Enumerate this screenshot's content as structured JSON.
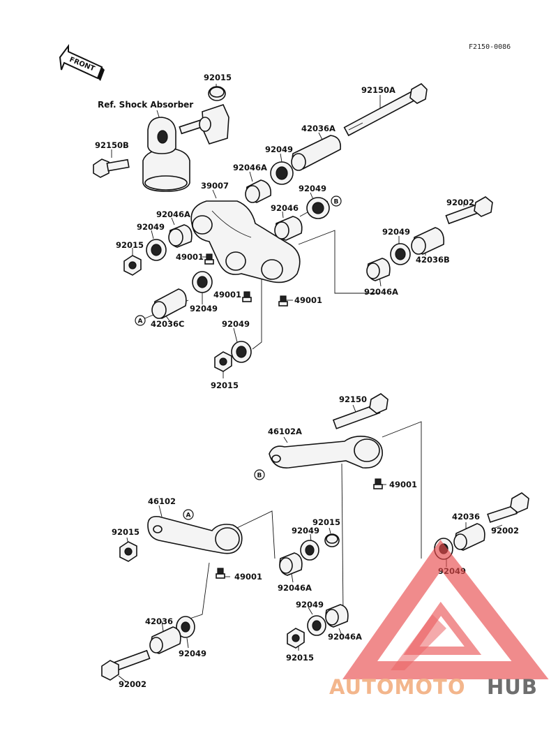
{
  "diagram_code": "F2150-0086",
  "front_arrow": "FRONT",
  "ref_label": "Ref. Shock Absorber",
  "circle_refs": {
    "a": "A",
    "b": "B"
  },
  "labels": {
    "p92015_top": "92015",
    "p92150B": "92150B",
    "p92150A": "92150A",
    "p42036A": "42036A",
    "p92049_a": "92049",
    "p92046A_a": "92046A",
    "p39007": "39007",
    "p92049_b": "92049",
    "p92046": "92046",
    "p92002_a": "92002",
    "p92046A_b": "92046A",
    "p92049_c": "92049",
    "p92015_b": "92015",
    "p49001_a": "49001",
    "p92049_d": "92049",
    "p42036B": "42036B",
    "p92046A_c": "92046A",
    "p49001_b": "49001",
    "p49001_c": "49001",
    "p92049_e": "92049",
    "p42036C": "42036C",
    "p92049_f": "92049",
    "p92015_c": "92015",
    "p92150": "92150",
    "p46102A": "46102A",
    "p49001_d": "49001",
    "p46102": "46102",
    "p92015_d": "92015",
    "p92015_e": "92015",
    "p92049_g": "92049",
    "p42036": "42036",
    "p92002_b": "92002",
    "p49001_e": "49001",
    "p92046A_d": "92046A",
    "p92049_h": "92049",
    "p92049_i": "92049",
    "p92046A_e": "92046A",
    "p42036_b": "42036",
    "p92049_j": "92049",
    "p92015_f": "92015",
    "p92002_c": "92002"
  },
  "watermark": {
    "part1": "AUTOMOTO",
    "part2": "HUB",
    "color": "#e8494b"
  }
}
